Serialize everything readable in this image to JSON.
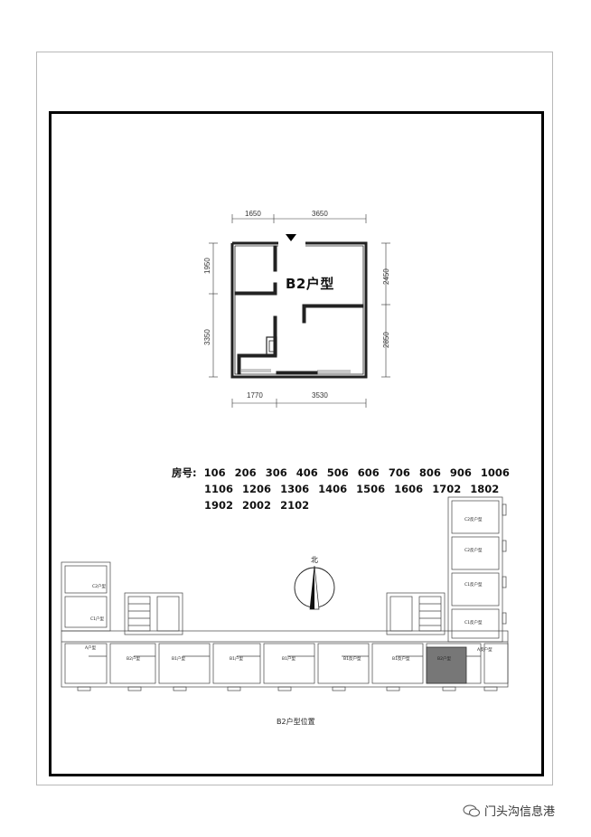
{
  "unit_plan": {
    "label": "B2户型",
    "dims_top": [
      "1650",
      "3650"
    ],
    "dims_bottom": [
      "1770",
      "3530"
    ],
    "dims_left": [
      "1950",
      "3350"
    ],
    "dims_right": [
      "2450",
      "2850"
    ]
  },
  "rooms": {
    "label": "房号:",
    "numbers": [
      "106",
      "206",
      "306",
      "406",
      "506",
      "606",
      "706",
      "806",
      "906",
      "1006",
      "1106",
      "1206",
      "1306",
      "1406",
      "1506",
      "1606",
      "1702",
      "1802",
      "1902",
      "2002",
      "2102"
    ]
  },
  "site_plan": {
    "north_label": "北",
    "caption": "B2户型位置",
    "tags": {
      "c2": "C2户型",
      "c1": "C1户型",
      "a": "A户型",
      "b2": "B2户型",
      "b1": "B1户型",
      "b1r": "B1反户型",
      "b2_highlight": "B2户型",
      "a_rev": "A反户型",
      "c2_rev": "C2反户型",
      "c1_rev": "C1反户型"
    },
    "highlight_color": "#777777"
  },
  "watermark": {
    "text": "门头沟信息港"
  }
}
